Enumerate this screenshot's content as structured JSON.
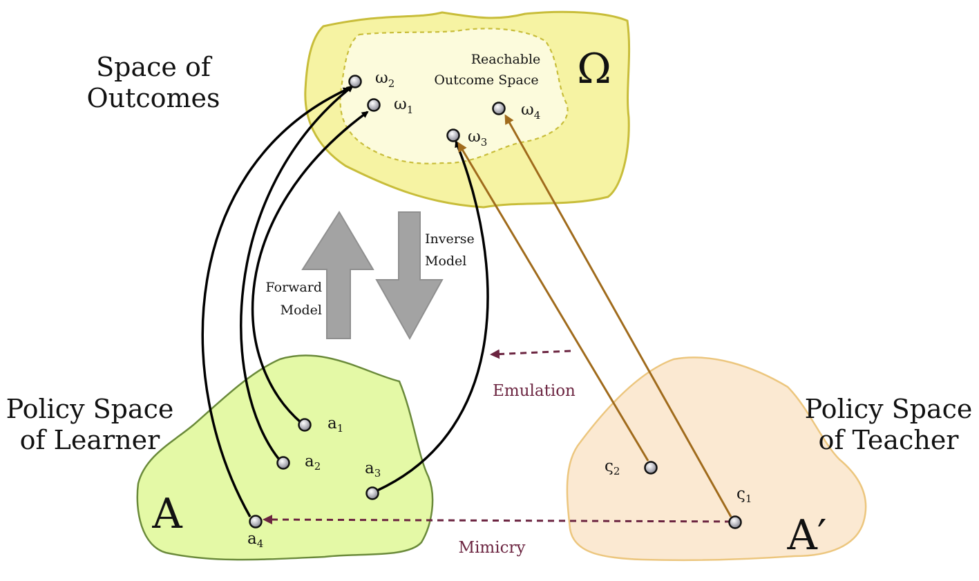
{
  "regions": {
    "outcomes": {
      "title_line1": "Space of",
      "title_line2": "Outcomes",
      "symbol": "Ω",
      "reachable_line1": "Reachable",
      "reachable_line2": "Outcome Space"
    },
    "learner": {
      "title_line1": "Policy Space",
      "title_line2": "of Learner",
      "symbol": "A"
    },
    "teacher": {
      "title_line1": "Policy Space",
      "title_line2": "of Teacher",
      "symbol": "A′"
    }
  },
  "points": {
    "w1": {
      "base": "ω",
      "sub": "1"
    },
    "w2": {
      "base": "ω",
      "sub": "2"
    },
    "w3": {
      "base": "ω",
      "sub": "3"
    },
    "w4": {
      "base": "ω",
      "sub": "4"
    },
    "a1": {
      "base": "a",
      "sub": "1"
    },
    "a2": {
      "base": "a",
      "sub": "2"
    },
    "a3": {
      "base": "a",
      "sub": "3"
    },
    "a4": {
      "base": "a",
      "sub": "4"
    },
    "z1": {
      "base": "ς",
      "sub": "1"
    },
    "z2": {
      "base": "ς",
      "sub": "2"
    }
  },
  "models": {
    "forward_line1": "Forward",
    "forward_line2": "Model",
    "inverse_line1": "Inverse",
    "inverse_line2": "Model"
  },
  "links": {
    "emulation": "Emulation",
    "mimicry": "Mimicry"
  },
  "colors": {
    "outcome_fill": "#f6f3a3",
    "outcome_stroke": "#c8bd3a",
    "reachable_fill": "#fcfbdc",
    "learner_fill": "#e4f9a6",
    "learner_stroke": "#6a8a3a",
    "teacher_fill": "#fbe9d2",
    "teacher_stroke": "#ecc67e",
    "teacher_arrow": "#a06b1c",
    "social_arrow": "#6b2440",
    "model_arrow": "#a3a3a3"
  }
}
